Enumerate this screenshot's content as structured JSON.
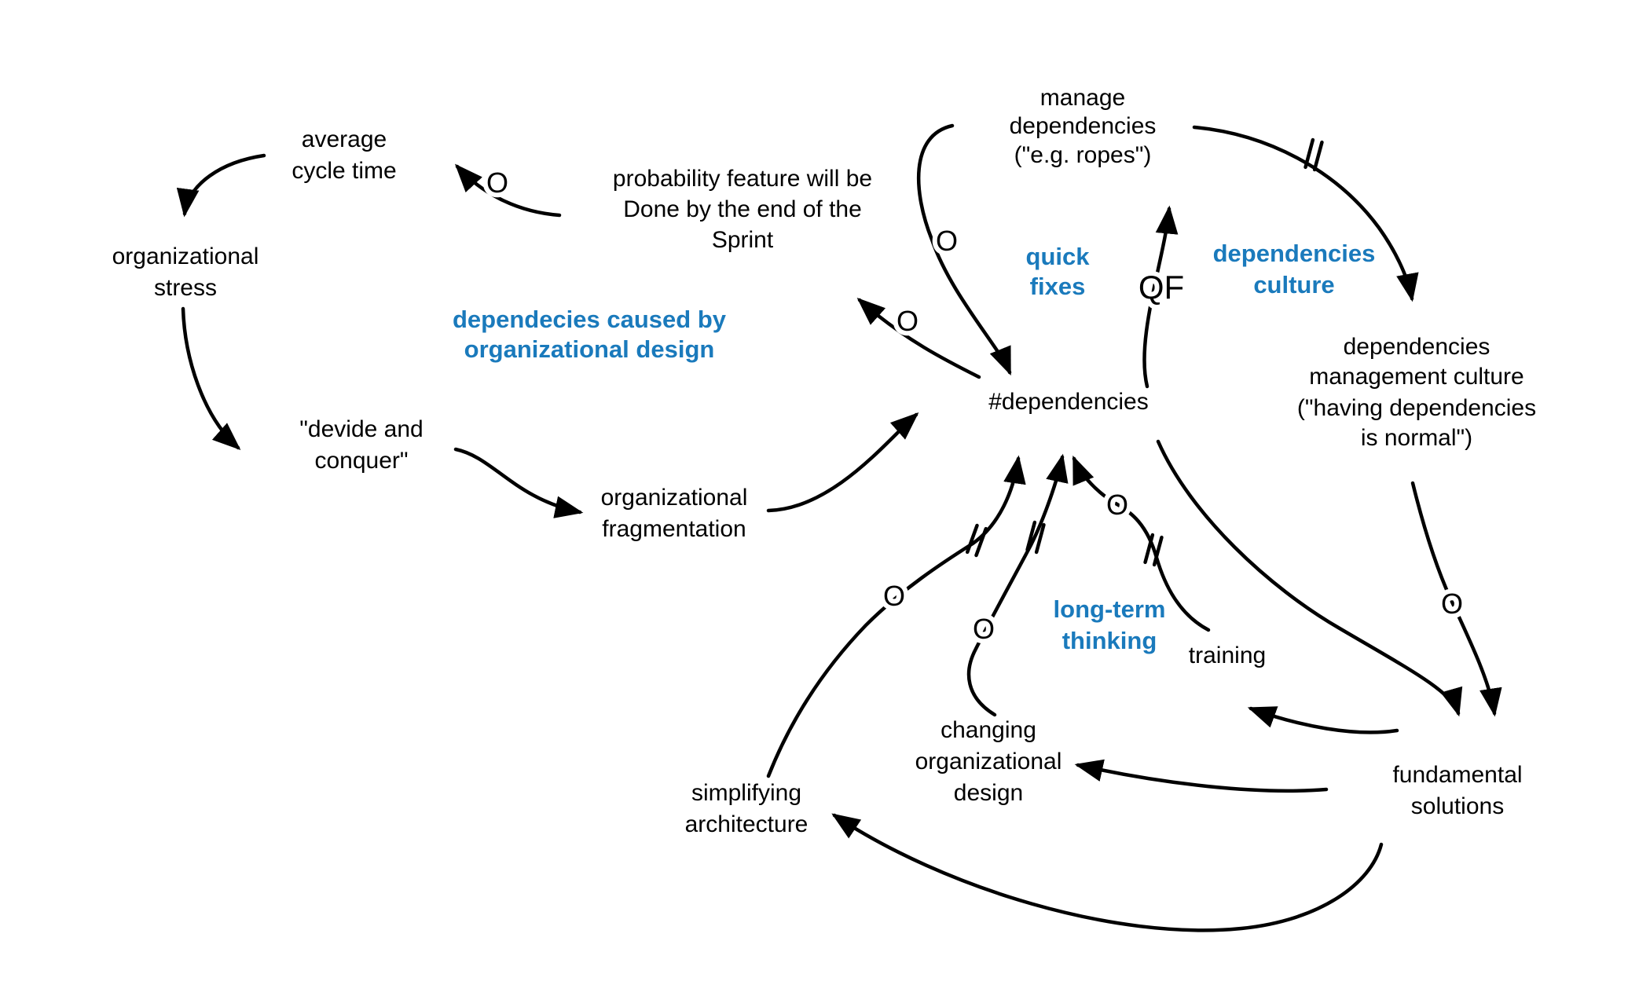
{
  "diagram": {
    "type": "causal-loop-diagram",
    "background_color": "#ffffff",
    "line_color": "#000000",
    "accent_blue": "#1a7abc",
    "nodes": {
      "average_cycle_time": {
        "lines": [
          "average",
          "cycle time"
        ]
      },
      "organizational_stress": {
        "lines": [
          "organizational",
          "stress"
        ]
      },
      "probability_done": {
        "lines": [
          "probability feature will be",
          "Done by the end of the",
          "Sprint"
        ]
      },
      "devide_and_conquer": {
        "lines": [
          "\"devide and",
          "conquer\""
        ]
      },
      "organizational_fragmentation": {
        "lines": [
          "organizational",
          "fragmentation"
        ]
      },
      "dependencies_count": {
        "lines": [
          "#dependencies"
        ]
      },
      "manage_dependencies": {
        "lines": [
          "manage",
          "dependencies",
          "(\"e.g. ropes\")"
        ]
      },
      "dependencies_mgmt_culture": {
        "lines": [
          "dependencies",
          "management culture",
          "(\"having dependencies",
          "is normal\")"
        ]
      },
      "training": {
        "lines": [
          "training"
        ]
      },
      "changing_org_design": {
        "lines": [
          "changing",
          "organizational",
          "design"
        ]
      },
      "simplifying_architecture": {
        "lines": [
          "simplifying",
          "architecture"
        ]
      },
      "fundamental_solutions": {
        "lines": [
          "fundamental",
          "solutions"
        ]
      }
    },
    "loop_captions": {
      "caused_by_org_design": {
        "lines": [
          "dependecies caused by",
          "organizational design"
        ]
      },
      "quick_fixes": {
        "lines": [
          "quick",
          "fixes"
        ]
      },
      "dependencies_culture": {
        "lines": [
          "dependencies",
          "culture"
        ]
      },
      "long_term_thinking": {
        "lines": [
          "long-term",
          "thinking"
        ]
      }
    },
    "links": [
      {
        "from": "probability feature will be Done by the end of the Sprint",
        "to": "average cycle time",
        "label": "O",
        "delay": false
      },
      {
        "from": "average cycle time",
        "to": "organizational stress",
        "label": "",
        "delay": false
      },
      {
        "from": "organizational stress",
        "to": "\"devide and conquer\"",
        "label": "",
        "delay": false
      },
      {
        "from": "\"devide and conquer\"",
        "to": "organizational fragmentation",
        "label": "",
        "delay": false
      },
      {
        "from": "organizational fragmentation",
        "to": "#dependencies",
        "label": "",
        "delay": false
      },
      {
        "from": "#dependencies",
        "to": "probability feature will be Done by the end of the Sprint",
        "label": "O",
        "delay": false
      },
      {
        "from": "manage dependencies (\"e.g. ropes\")",
        "to": "#dependencies",
        "label": "O",
        "delay": false
      },
      {
        "from": "#dependencies",
        "to": "manage dependencies (\"e.g. ropes\")",
        "label": "QF",
        "delay": false
      },
      {
        "from": "manage dependencies (\"e.g. ropes\")",
        "to": "dependencies management culture (\"having dependencies is normal\")",
        "label": "",
        "delay": true
      },
      {
        "from": "dependencies management culture (\"having dependencies is normal\")",
        "to": "fundamental solutions",
        "label": "O",
        "delay": false
      },
      {
        "from": "#dependencies",
        "to": "fundamental solutions",
        "label": "",
        "delay": false
      },
      {
        "from": "fundamental solutions",
        "to": "training",
        "label": "",
        "delay": false
      },
      {
        "from": "fundamental solutions",
        "to": "changing organizational design",
        "label": "",
        "delay": false
      },
      {
        "from": "fundamental solutions",
        "to": "simplifying architecture",
        "label": "",
        "delay": false
      },
      {
        "from": "simplifying architecture",
        "to": "#dependencies",
        "label": "O",
        "delay": true
      },
      {
        "from": "changing organizational design",
        "to": "#dependencies",
        "label": "O",
        "delay": true
      },
      {
        "from": "training",
        "to": "#dependencies",
        "label": "O",
        "delay": true
      }
    ]
  }
}
